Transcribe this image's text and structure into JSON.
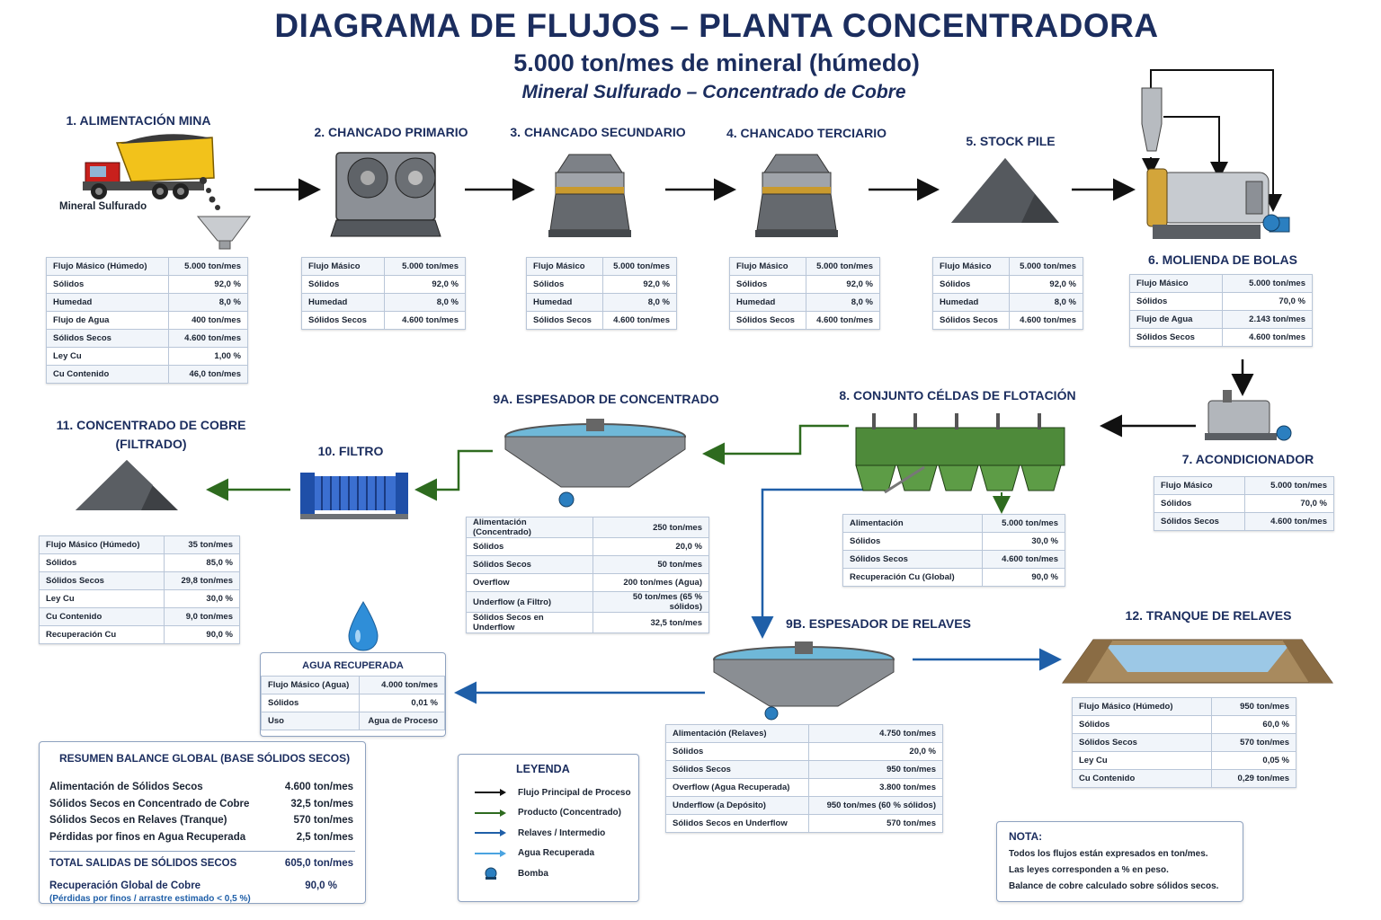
{
  "header": {
    "title": "DIAGRAMA DE FLUJOS – PLANTA CONCENTRADORA",
    "subtitle": "5.000 ton/mes de mineral (húmedo)",
    "subtitle2": "Mineral Sulfurado – Concentrado de Cobre"
  },
  "stages": {
    "s1": {
      "title": "1. ALIMENTACIÓN MINA",
      "label": "Mineral Sulfurado",
      "rows": [
        [
          "Flujo Másico (Húmedo)",
          "5.000 ton/mes"
        ],
        [
          "Sólidos",
          "92,0 %"
        ],
        [
          "Humedad",
          "8,0 %"
        ],
        [
          "Flujo de Agua",
          "400 ton/mes"
        ],
        [
          "Sólidos Secos",
          "4.600 ton/mes"
        ],
        [
          "Ley Cu",
          "1,00 %"
        ],
        [
          "Cu Contenido",
          "46,0 ton/mes"
        ]
      ]
    },
    "s2": {
      "title": "2. CHANCADO PRIMARIO",
      "rows": [
        [
          "Flujo Másico",
          "5.000 ton/mes"
        ],
        [
          "Sólidos",
          "92,0 %"
        ],
        [
          "Humedad",
          "8,0 %"
        ],
        [
          "Sólidos Secos",
          "4.600 ton/mes"
        ]
      ]
    },
    "s3": {
      "title": "3. CHANCADO SECUNDARIO",
      "rows": [
        [
          "Flujo Másico",
          "5.000 ton/mes"
        ],
        [
          "Sólidos",
          "92,0 %"
        ],
        [
          "Humedad",
          "8,0 %"
        ],
        [
          "Sólidos Secos",
          "4.600 ton/mes"
        ]
      ]
    },
    "s4": {
      "title": "4. CHANCADO TERCIARIO",
      "rows": [
        [
          "Flujo Másico",
          "5.000 ton/mes"
        ],
        [
          "Sólidos",
          "92,0 %"
        ],
        [
          "Humedad",
          "8,0 %"
        ],
        [
          "Sólidos Secos",
          "4.600 ton/mes"
        ]
      ]
    },
    "s5": {
      "title": "5. STOCK PILE",
      "rows": [
        [
          "Flujo Másico",
          "5.000 ton/mes"
        ],
        [
          "Sólidos",
          "92,0 %"
        ],
        [
          "Humedad",
          "8,0 %"
        ],
        [
          "Sólidos Secos",
          "4.600 ton/mes"
        ]
      ]
    },
    "s6": {
      "title": "6. MOLIENDA DE BOLAS",
      "rows": [
        [
          "Flujo Másico",
          "5.000 ton/mes"
        ],
        [
          "Sólidos",
          "70,0 %"
        ],
        [
          "Flujo de Agua",
          "2.143 ton/mes"
        ],
        [
          "Sólidos Secos",
          "4.600 ton/mes"
        ]
      ]
    },
    "s7": {
      "title": "7. ACONDICIONADOR",
      "rows": [
        [
          "Flujo Másico",
          "5.000 ton/mes"
        ],
        [
          "Sólidos",
          "70,0 %"
        ],
        [
          "Sólidos Secos",
          "4.600 ton/mes"
        ]
      ]
    },
    "s8": {
      "title": "8. CONJUNTO CÉLDAS DE FLOTACIÓN",
      "rows": [
        [
          "Alimentación",
          "5.000 ton/mes"
        ],
        [
          "Sólidos",
          "30,0 %"
        ],
        [
          "Sólidos Secos",
          "4.600 ton/mes"
        ],
        [
          "Recuperación Cu (Global)",
          "90,0 %"
        ]
      ]
    },
    "s9a": {
      "title": "9A. ESPESADOR DE CONCENTRADO",
      "rows": [
        [
          "Alimentación (Concentrado)",
          "250 ton/mes"
        ],
        [
          "Sólidos",
          "20,0 %"
        ],
        [
          "Sólidos Secos",
          "50 ton/mes"
        ],
        [
          "Overflow",
          "200 ton/mes (Agua)"
        ],
        [
          "Underflow (a Filtro)",
          "50 ton/mes (65 % sólidos)"
        ],
        [
          "Sólidos Secos en Underflow",
          "32,5 ton/mes"
        ]
      ]
    },
    "s9b": {
      "title": "9B. ESPESADOR DE RELAVES",
      "rows": [
        [
          "Alimentación (Relaves)",
          "4.750 ton/mes"
        ],
        [
          "Sólidos",
          "20,0 %"
        ],
        [
          "Sólidos Secos",
          "950 ton/mes"
        ],
        [
          "Overflow (Agua Recuperada)",
          "3.800 ton/mes"
        ],
        [
          "Underflow (a Depósito)",
          "950 ton/mes (60 % sólidos)"
        ],
        [
          "Sólidos Secos en Underflow",
          "570 ton/mes"
        ]
      ]
    },
    "s10": {
      "title": "10. FILTRO"
    },
    "s11": {
      "title1": "11. CONCENTRADO DE COBRE",
      "title2": "(FILTRADO)",
      "rows": [
        [
          "Flujo Másico (Húmedo)",
          "35 ton/mes"
        ],
        [
          "Sólidos",
          "85,0 %"
        ],
        [
          "Sólidos Secos",
          "29,8 ton/mes"
        ],
        [
          "Ley Cu",
          "30,0 %"
        ],
        [
          "Cu Contenido",
          "9,0 ton/mes"
        ],
        [
          "Recuperación Cu",
          "90,0 %"
        ]
      ]
    },
    "s12": {
      "title": "12. TRANQUE DE RELAVES",
      "rows": [
        [
          "Flujo Másico (Húmedo)",
          "950 ton/mes"
        ],
        [
          "Sólidos",
          "60,0 %"
        ],
        [
          "Sólidos Secos",
          "570 ton/mes"
        ],
        [
          "Ley Cu",
          "0,05 %"
        ],
        [
          "Cu Contenido",
          "0,29 ton/mes"
        ]
      ]
    }
  },
  "water": {
    "title": "AGUA RECUPERADA",
    "rows": [
      [
        "Flujo Másico (Agua)",
        "4.000 ton/mes"
      ],
      [
        "Sólidos",
        "0,01 %"
      ],
      [
        "Uso",
        "Agua de Proceso"
      ]
    ]
  },
  "summary": {
    "title": "RESUMEN BALANCE GLOBAL (BASE SÓLIDOS SECOS)",
    "rows": [
      [
        "Alimentación de Sólidos Secos",
        "4.600 ton/mes"
      ],
      [
        "Sólidos Secos en Concentrado de Cobre",
        "32,5 ton/mes"
      ],
      [
        "Sólidos Secos en Relaves (Tranque)",
        "570  ton/mes"
      ],
      [
        "Pérdidas por finos en Agua Recuperada",
        "2,5 ton/mes"
      ]
    ],
    "total_label": "TOTAL SALIDAS DE SÓLIDOS SECOS",
    "total_value": "605,0 ton/mes",
    "recovery_label": "Recuperación Global de Cobre",
    "recovery_value": "90,0 %",
    "footnote": "(Pérdidas por finos / arrastre estimado < 0,5 %)"
  },
  "legend": {
    "title": "LEYENDA",
    "items": [
      {
        "label": "Flujo Principal de Proceso",
        "color": "#111111"
      },
      {
        "label": "Producto (Concentrado)",
        "color": "#2e6b1f"
      },
      {
        "label": "Relaves / Intermedio",
        "color": "#1f5fa8"
      },
      {
        "label": "Agua Recuperada",
        "color": "#4aa3e0"
      },
      {
        "label": "Bomba",
        "color": "#2b7fc0"
      }
    ]
  },
  "note": {
    "title": "NOTA:",
    "lines": [
      "Todos los flujos están expresados en ton/mes.",
      "Las leyes corresponden a % en peso.",
      "Balance de cobre calculado sobre sólidos secos."
    ]
  },
  "colors": {
    "title": "#1b2d5e",
    "main_flow": "#111111",
    "product": "#2e6b1f",
    "tailings": "#1f5fa8",
    "water": "#4aa3e0"
  }
}
